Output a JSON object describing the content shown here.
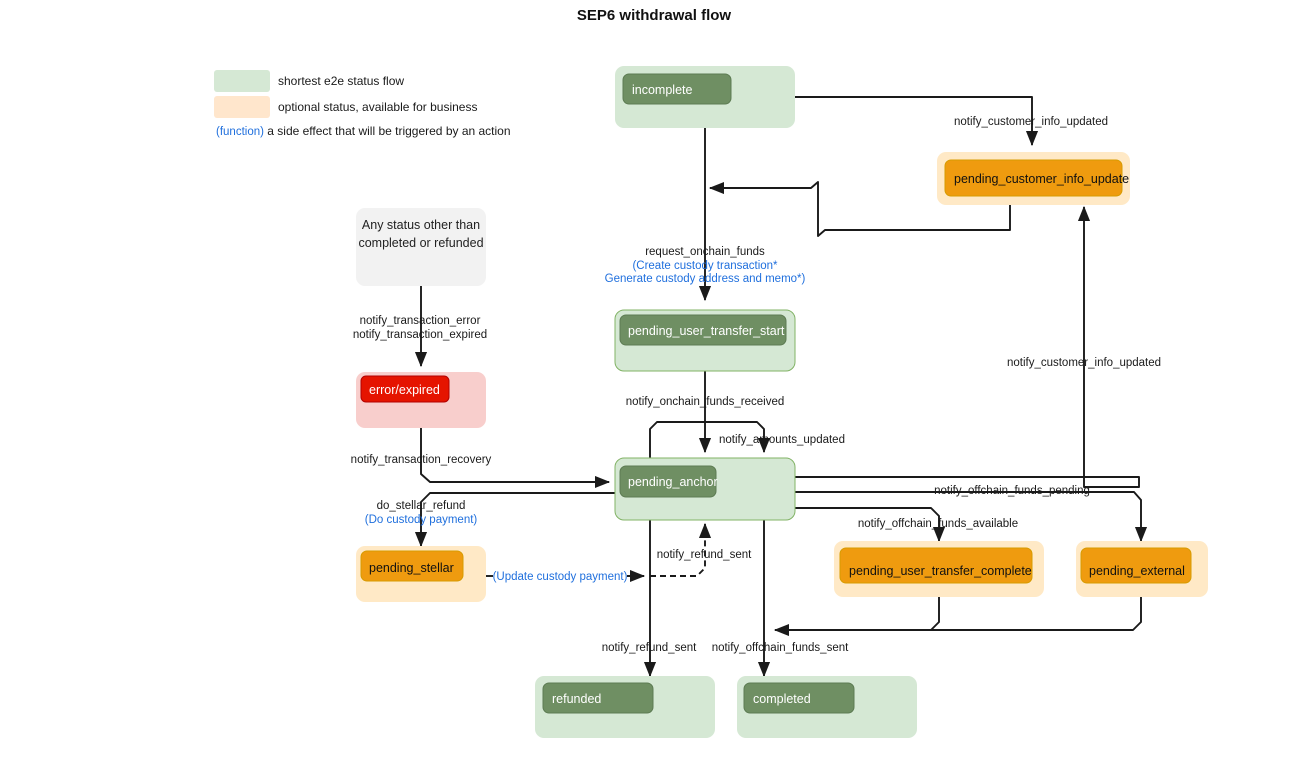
{
  "title": "SEP6 withdrawal flow",
  "legend": {
    "items": [
      {
        "swatch": "#d5e8d4",
        "label": "shortest e2e status flow"
      },
      {
        "swatch": "#ffe6cc",
        "label": "optional status, available for business"
      }
    ],
    "note_fn": "(function)",
    "note_rest": " a side effect that will be triggered by an action"
  },
  "colors": {
    "green_outer": "#d5e8d4",
    "green_inner": "#6f8f63",
    "green_border": "#82b366",
    "orange_outer": "#ffe9c6",
    "orange_inner": "#ef9b0f",
    "red_outer": "#f8cecc",
    "red_inner": "#e51400",
    "gray_outer": "#f2f2f2",
    "function_blue": "#1f6fdd",
    "edge": "#1a1a1a"
  },
  "nodes": [
    {
      "id": "incomplete",
      "label": "incomplete",
      "kind": "green"
    },
    {
      "id": "pending_customer_info_update",
      "label": "pending_customer_info_update",
      "kind": "orange"
    },
    {
      "id": "any_status",
      "label_line1": "Any status other than",
      "label_line2": "completed or refunded",
      "kind": "gray"
    },
    {
      "id": "error_expired",
      "label": "error/expired",
      "kind": "red"
    },
    {
      "id": "pending_user_transfer_start",
      "label": "pending_user_transfer_start",
      "kind": "green"
    },
    {
      "id": "pending_anchor",
      "label": "pending_anchor",
      "kind": "green"
    },
    {
      "id": "pending_stellar",
      "label": "pending_stellar",
      "kind": "orange"
    },
    {
      "id": "pending_user_transfer_complete",
      "label": "pending_user_transfer_complete",
      "kind": "orange"
    },
    {
      "id": "pending_external",
      "label": "pending_external",
      "kind": "orange"
    },
    {
      "id": "refunded",
      "label": "refunded",
      "kind": "green"
    },
    {
      "id": "completed",
      "label": "completed",
      "kind": "green"
    }
  ],
  "edge_labels": {
    "notify_customer_info_updated_top": "notify_customer_info_updated",
    "notify_customer_info_updated_right": "notify_customer_info_updated",
    "request_onchain_funds": "request_onchain_funds",
    "create_custody_transaction": "(Create custody transaction*",
    "generate_custody_address": "Generate custody address and memo*)",
    "notify_transaction_error": "notify_transaction_error",
    "notify_transaction_expired": "notify_transaction_expired",
    "notify_transaction_recovery": "notify_transaction_recovery",
    "notify_onchain_funds_received": "notify_onchain_funds_received",
    "notify_amounts_updated": "notify_amounts_updated",
    "do_stellar_refund": "do_stellar_refund",
    "do_custody_payment": "(Do custody payment)",
    "update_custody_payment": "(Update custody payment)",
    "notify_refund_sent_mid": "notify_refund_sent",
    "notify_refund_sent_bottom": "notify_refund_sent",
    "notify_offchain_funds_pending": "notify_offchain_funds_pending",
    "notify_offchain_funds_available": "notify_offchain_funds_available",
    "notify_offchain_funds_sent": "notify_offchain_funds_sent"
  }
}
